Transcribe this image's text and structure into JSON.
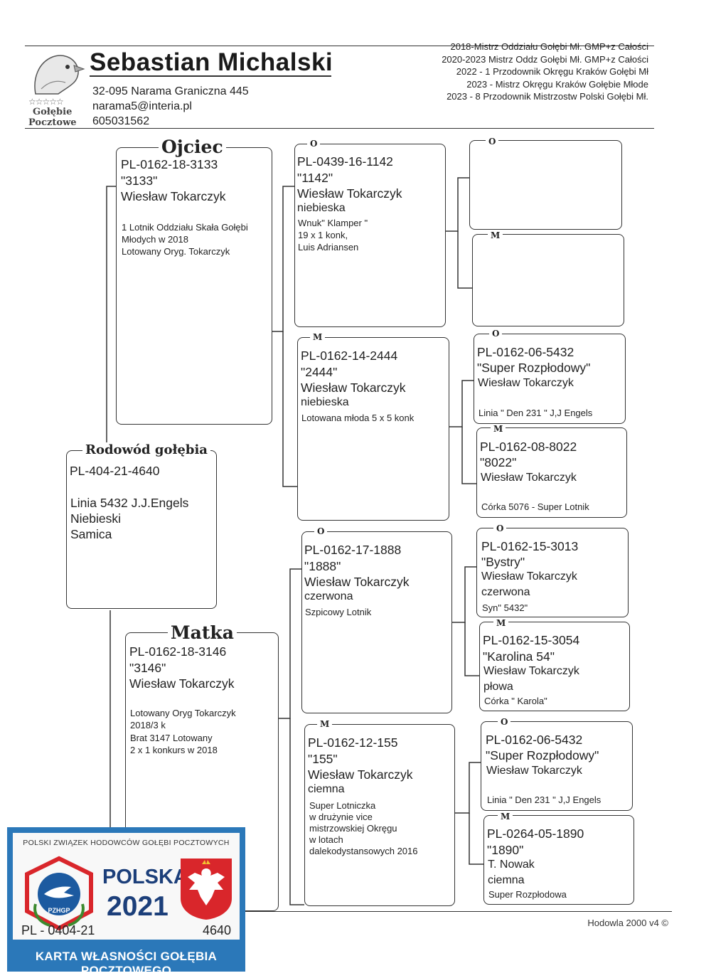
{
  "header": {
    "logo_text_line1": "Gołębie",
    "logo_text_line2": "Pocztowe",
    "breeder_name": "Sebastian Michalski",
    "address": "32-095 Narama Graniczna 445",
    "email": "narama5@interia.pl",
    "phone": "605031562",
    "achievements": [
      "2018-Mistrz Oddziału Gołębi Mł. GMP+z Całości",
      "2020-2023 Mistrz Oddz Gołębi Mł. GMP+z Całości",
      "2022 - 1 Przodownik Okręgu Kraków Gołębi Mł",
      "2023 - Mistrz Okręgu Kraków Gołębie Młode",
      "2023 - 8 Przodownik Mistrzostw Polski Gołębi Mł."
    ]
  },
  "subject": {
    "label": "Rodowód gołębia",
    "ring": "PL-404-21-4640",
    "line1": "Linia 5432 J.J.Engels",
    "line2": "Niebieski",
    "line3": "Samica"
  },
  "father": {
    "label": "Ojciec",
    "ring": "PL-0162-18-3133",
    "nick": "\"3133\"",
    "owner": "Wiesław Tokarczyk",
    "notes": [
      "1 Lotnik Oddziału Skała Gołębi",
      "Młodych w 2018",
      "Lotowany Oryg. Tokarczyk"
    ]
  },
  "mother": {
    "label": "Matka",
    "ring": "PL-0162-18-3146",
    "nick": "\"3146\"",
    "owner": "Wiesław Tokarczyk",
    "notes": [
      "Lotowany Oryg Tokarczyk",
      "2018/3 k",
      "Brat 3147 Lotowany",
      "2 x 1 konkurs w 2018"
    ]
  },
  "ff": {
    "label": "O",
    "ring": "PL-0439-16-1142",
    "nick": "\"1142\"",
    "owner": "Wiesław Tokarczyk",
    "color": "niebieska",
    "notes": [
      "Wnuk\" Klamper \"",
      "19 x 1 konk,",
      "Luis Adriansen"
    ]
  },
  "fm": {
    "label": "M",
    "ring": "PL-0162-14-2444",
    "nick": "\"2444\"",
    "owner": "Wiesław Tokarczyk",
    "color": "niebieska",
    "notes": [
      "Lotowana młoda 5 x 5 konk"
    ]
  },
  "mf": {
    "label": "O",
    "ring": "PL-0162-17-1888",
    "nick": "\"1888\"",
    "owner": "Wiesław Tokarczyk",
    "color": "czerwona",
    "notes": [
      "Szpicowy Lotnik"
    ]
  },
  "mm": {
    "label": "M",
    "ring": "PL-0162-12-155",
    "nick": "\"155\"",
    "owner": "Wiesław Tokarczyk",
    "color": "ciemna",
    "notes": [
      "Super Lotniczka",
      "w drużynie vice",
      "mistrzowskiej Okręgu",
      "w lotach",
      "dalekodystansowych 2016"
    ]
  },
  "fff": {
    "label": "O"
  },
  "ffm": {
    "label": "M"
  },
  "fmf": {
    "label": "O",
    "ring": "PL-0162-06-5432",
    "nick": "\"Super Rozpłodowy\"",
    "owner": "Wiesław Tokarczyk",
    "note": "Linia \" Den 231 \" J,J Engels"
  },
  "fmm": {
    "label": "M",
    "ring": "PL-0162-08-8022",
    "nick": "\"8022\"",
    "owner": "Wiesław Tokarczyk",
    "note": "Córka 5076 - Super Lotnik"
  },
  "mff": {
    "label": "O",
    "ring": "PL-0162-15-3013",
    "nick": "\"Bystry\"",
    "owner": "Wiesław Tokarczyk",
    "color": "czerwona",
    "note": "Syn\" 5432\""
  },
  "mfm": {
    "label": "M",
    "ring": "PL-0162-15-3054",
    "nick": "\"Karolina 54\"",
    "owner": "Wiesław Tokarczyk",
    "color": "płowa",
    "note": "Córka \" Karola\""
  },
  "mmf": {
    "label": "O",
    "ring": "PL-0162-06-5432",
    "nick": "\"Super Rozpłodowy\"",
    "owner": "Wiesław Tokarczyk",
    "note": "Linia \" Den 231 \" J,J Engels"
  },
  "mmm": {
    "label": "M",
    "ring": "PL-0264-05-1890",
    "nick": "\"1890\"",
    "owner": "T. Nowak",
    "color": "ciemna",
    "note": "Super Rozpłodowa"
  },
  "card": {
    "org": "POLSKI ZWIĄZEK HODOWCÓW GOŁĘBI POCZTOWYCH",
    "logo_text": "PZHGP",
    "country": "POLSKA",
    "year": "2021",
    "ring_prefix": "PL - 0404-21",
    "ring_number": "4640",
    "footer": "KARTA WŁASNOŚCI GOŁĘBIA POCZTOWEGO",
    "colors": {
      "blue": "#2b78b9",
      "navy": "#1c3f7a",
      "red": "#d9262b",
      "green": "#3c8a2e"
    }
  },
  "footer": {
    "software": "Hodowla 2000 v4 ©"
  }
}
